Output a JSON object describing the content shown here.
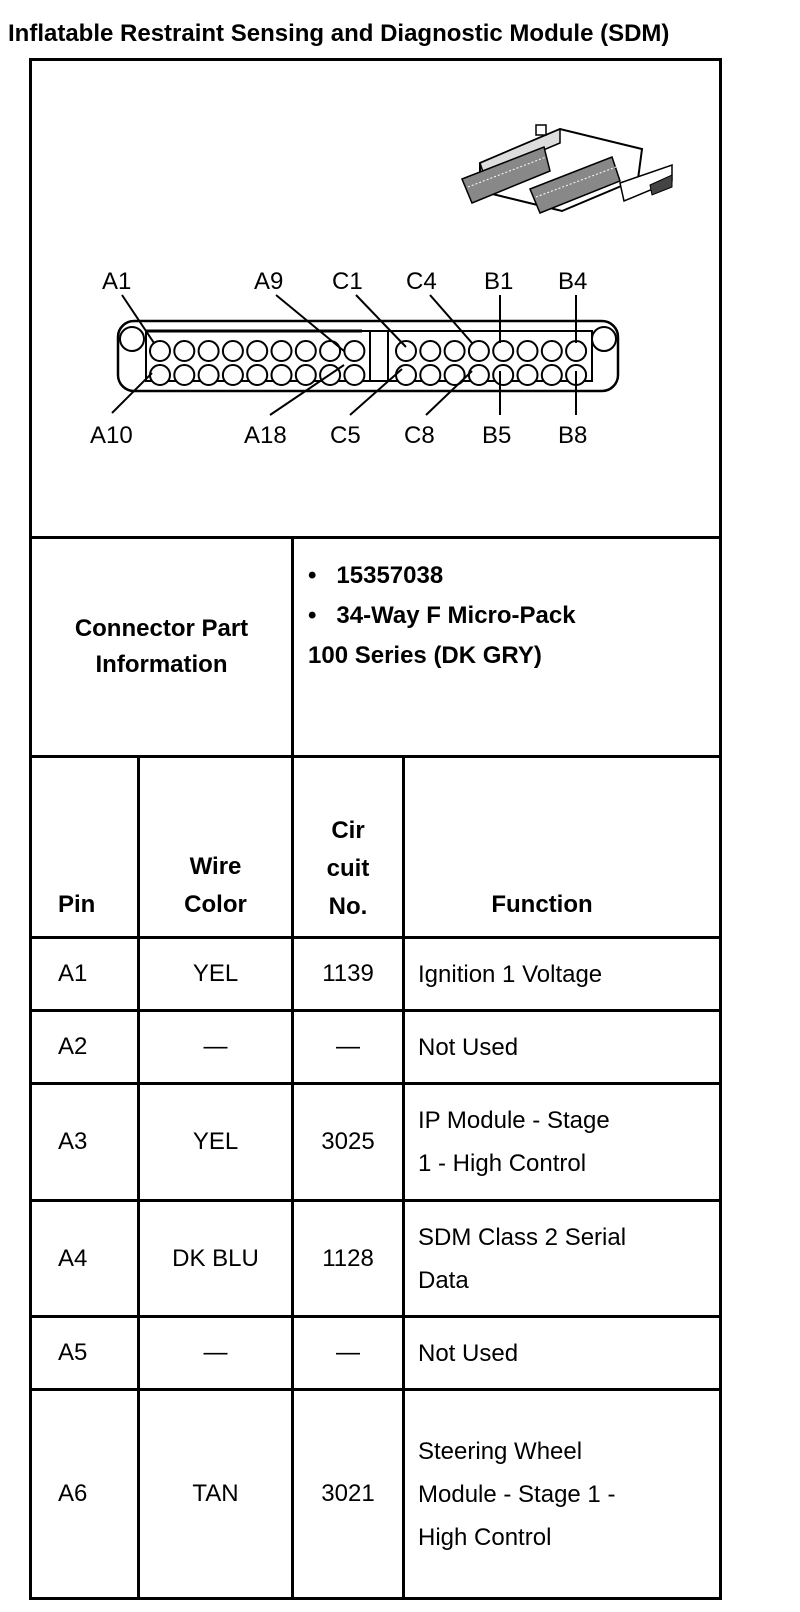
{
  "title": "Inflatable Restraint  Sensing and Diagnostic Module (SDM)",
  "connector": {
    "pin_labels_top": [
      "A1",
      "A9",
      "C1",
      "C4",
      "B1",
      "B4"
    ],
    "pin_labels_bottom": [
      "A10",
      "A18",
      "C5",
      "C8",
      "B5",
      "B8"
    ]
  },
  "part_info": {
    "label": "Connector Part Information",
    "bullets": [
      "15357038",
      "34-Way F Micro-Pack"
    ],
    "extra": "100 Series (DK GRY)"
  },
  "table": {
    "headers": {
      "pin": "Pin",
      "wire_color": [
        "Wire",
        "Color"
      ],
      "circuit": [
        "Cir",
        "cuit",
        "No."
      ],
      "function": "Function"
    },
    "rows": [
      {
        "pin": "A1",
        "color": "YEL",
        "circuit": "1139",
        "function": [
          "Ignition 1 Voltage"
        ]
      },
      {
        "pin": "A2",
        "color": "—",
        "circuit": "—",
        "function": [
          "Not Used"
        ]
      },
      {
        "pin": "A3",
        "color": "YEL",
        "circuit": "3025",
        "function": [
          "IP Module - Stage",
          "1 - High Control"
        ]
      },
      {
        "pin": "A4",
        "color": "DK BLU",
        "circuit": "1128",
        "function": [
          "SDM Class 2 Serial",
          "Data"
        ]
      },
      {
        "pin": "A5",
        "color": "—",
        "circuit": "—",
        "function": [
          "Not Used"
        ]
      },
      {
        "pin": "A6",
        "color": "TAN",
        "circuit": "3021",
        "function": [
          "Steering Wheel",
          "Module - Stage 1 -",
          "High Control"
        ]
      }
    ]
  }
}
